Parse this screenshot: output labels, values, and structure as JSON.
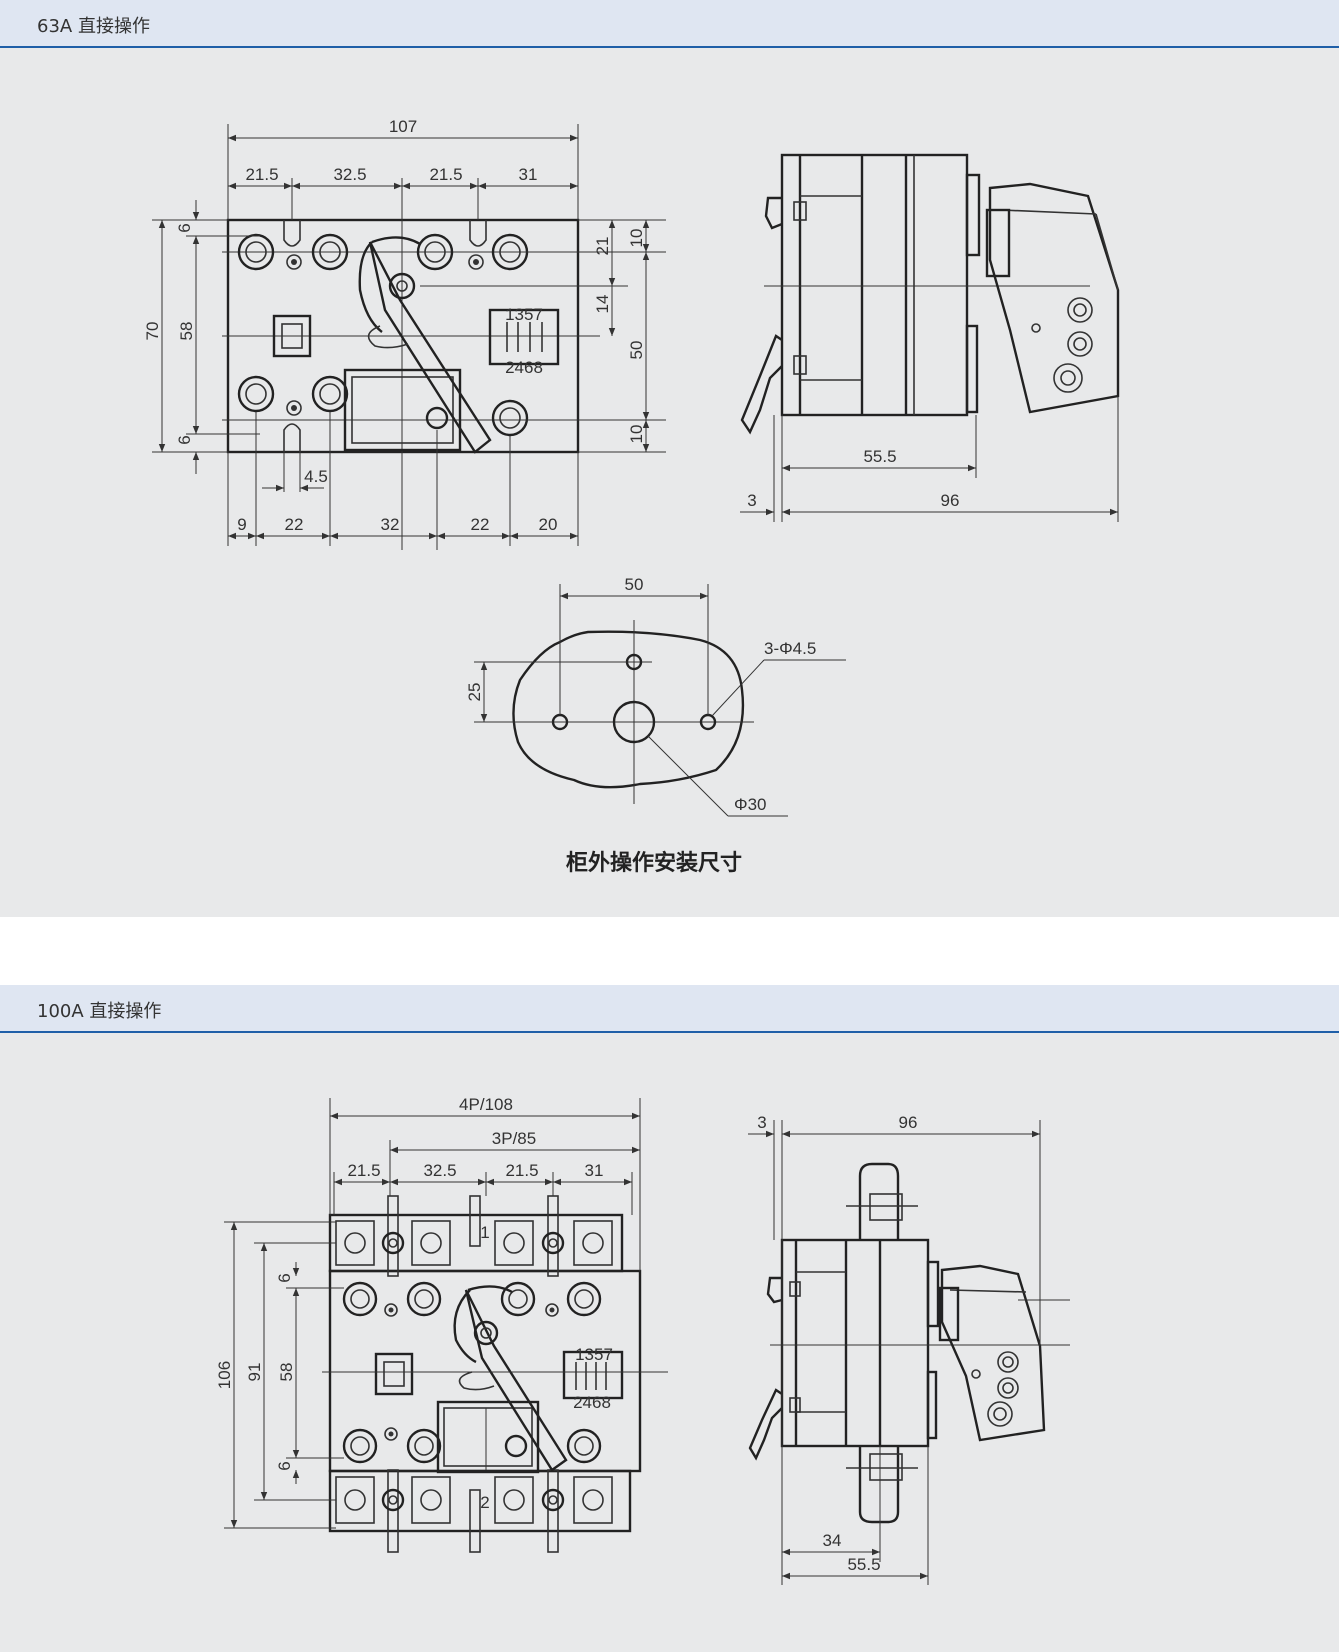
{
  "sections": [
    {
      "title": "63A 直接操作",
      "caption": "柜外操作安装尺寸",
      "front_dims": {
        "overall_width": "107",
        "top_segments": [
          "21.5",
          "32.5",
          "21.5",
          "31"
        ],
        "left_height": "70",
        "left_inner": "58",
        "top_offset": "6",
        "bottom_offset": "6",
        "right_segments": [
          "21",
          "14",
          "50"
        ],
        "right_top": "10",
        "right_bottom": "10",
        "slot_width": "4.5",
        "bottom_segments": [
          "9",
          "22",
          "32",
          "22",
          "20"
        ],
        "aux_top": "1357",
        "aux_bottom": "2468"
      },
      "side_dims": {
        "depth": "55.5",
        "total": "96",
        "offset": "3"
      },
      "panel_dims": {
        "width": "50",
        "height": "25",
        "holes": "3-Φ4.5",
        "center_hole": "Φ30"
      }
    },
    {
      "title": "100A 直接操作",
      "front_dims": {
        "width_4p": "4P/108",
        "width_3p": "3P/85",
        "top_segments": [
          "21.5",
          "32.5",
          "21.5",
          "31"
        ],
        "left_outer": "106",
        "left_mid": "91",
        "left_inner": "58",
        "top_offset": "6",
        "bottom_offset": "6",
        "pole_top": "1",
        "pole_bottom": "2",
        "aux_top": "1357",
        "aux_bottom": "2468"
      },
      "side_dims": {
        "offset": "3",
        "total": "96",
        "inner": "34",
        "depth": "55.5"
      }
    }
  ]
}
